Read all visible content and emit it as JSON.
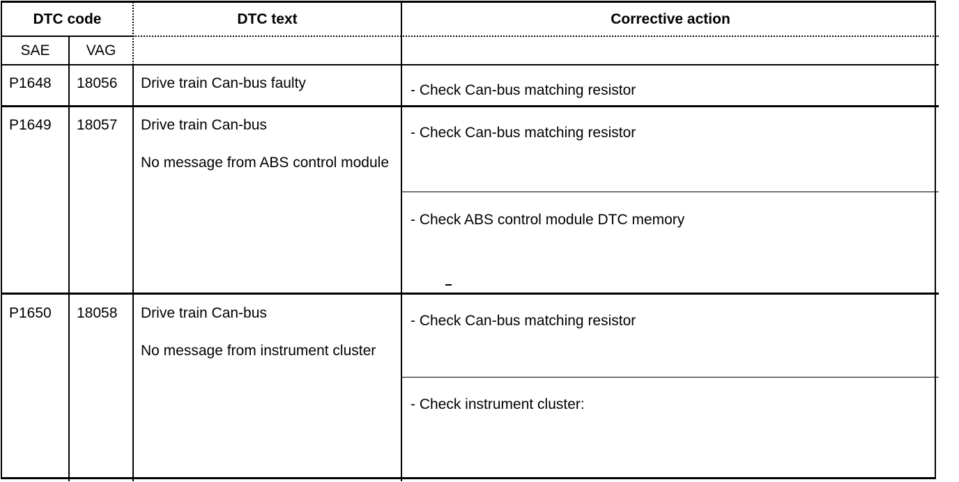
{
  "document": {
    "kind": "dtc-fault-code-table",
    "page_background": "#ffffff",
    "rule_color": "#000000"
  },
  "table": {
    "headers": {
      "group_dtc_code": "DTC code",
      "col_sae": "SAE",
      "col_vag": "VAG",
      "col_dtc_text": "DTC text",
      "col_corrective_action": "Corrective action",
      "col_dtc_text_sub": "",
      "col_corrective_action_sub": ""
    },
    "rows": [
      {
        "sae": "P1648",
        "vag": "18056",
        "dtc_text": "Drive train Can-bus faulty",
        "actions": [
          "- Check Can-bus matching resistor"
        ]
      },
      {
        "sae": "P1649",
        "vag": "18057",
        "dtc_text": "Drive train Can-bus\n\nNo message from ABS control module",
        "actions": [
          "- Check Can-bus matching resistor",
          "- Check ABS control module DTC memory"
        ]
      },
      {
        "sae": "P1650",
        "vag": "18058",
        "dtc_text": "Drive train Can-bus\n\nNo message from instrument cluster",
        "actions": [
          "- Check Can-bus matching resistor",
          "- Check instrument cluster:"
        ]
      }
    ],
    "artifacts": [
      {
        "name": "stray-hyphen-mark",
        "text": "-"
      }
    ]
  }
}
